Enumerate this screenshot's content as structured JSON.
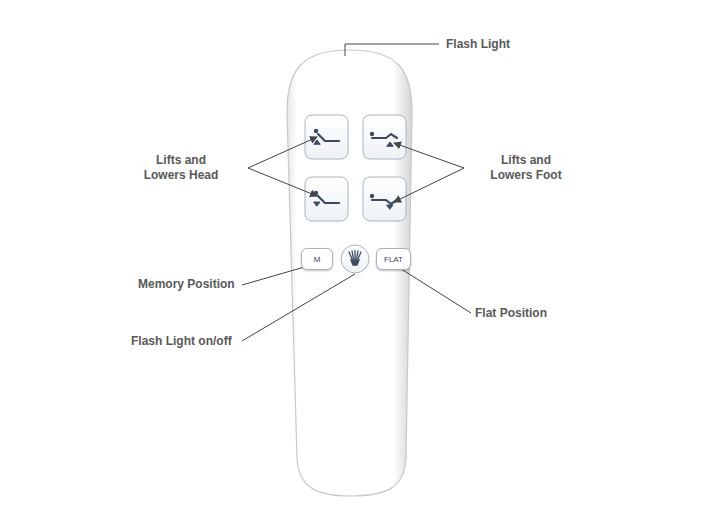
{
  "diagram": {
    "nodes": [
      {
        "text": [
          "M"
        ]
      },
      {
        "text": [
          "FLAT"
        ]
      }
    ],
    "labels": [
      "Flash Light",
      "Lifts and Lowers Head",
      "Lifts and Lowers Foot",
      "Memory Position",
      "Flash Light on/off",
      "Flat Position"
    ]
  }
}
